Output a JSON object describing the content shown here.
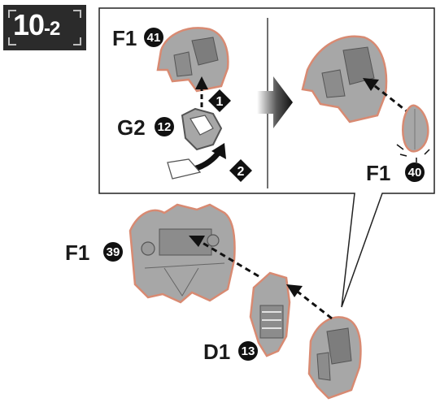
{
  "step": {
    "number": "10",
    "sub": "-2"
  },
  "detail_panel": {
    "sequence": [
      "1",
      "2"
    ],
    "parts": [
      {
        "runner": "F1",
        "part_no": "41"
      },
      {
        "runner": "G2",
        "part_no": "12"
      },
      {
        "runner": "F1",
        "part_no": "40"
      }
    ]
  },
  "main_parts": [
    {
      "runner": "F1",
      "part_no": "39"
    },
    {
      "runner": "D1",
      "part_no": "13"
    }
  ],
  "colors": {
    "part_fill": "#a7a7a7",
    "part_dark": "#6a6a6a",
    "outline": "#d88a72",
    "ink": "#1a1a1a"
  }
}
